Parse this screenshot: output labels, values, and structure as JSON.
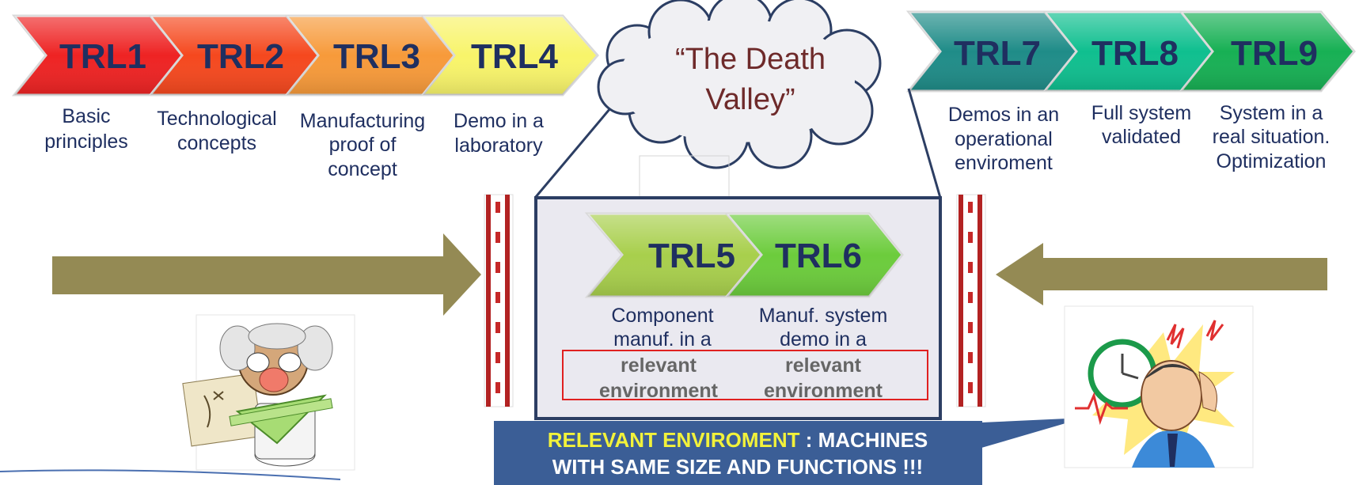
{
  "stages_left": [
    {
      "id": "TRL1",
      "desc": [
        "Basic",
        "principles"
      ],
      "color": "#ee2323"
    },
    {
      "id": "TRL2",
      "desc": [
        "Technological",
        "concepts"
      ],
      "color": "#f5481e"
    },
    {
      "id": "TRL3",
      "desc": [
        "Manufacturing",
        "proof of",
        "concept"
      ],
      "color": "#f79a3a"
    },
    {
      "id": "TRL4",
      "desc": [
        "Demo in a",
        "laboratory"
      ],
      "color": "#f8f46a"
    }
  ],
  "stages_mid": [
    {
      "id": "TRL5",
      "desc": [
        "Component",
        "manuf. in a"
      ],
      "highlight": [
        "relevant",
        "environment"
      ],
      "color": "#a8cf4c"
    },
    {
      "id": "TRL6",
      "desc": [
        "Manuf. system",
        "demo in a"
      ],
      "highlight": [
        "relevant",
        "environment"
      ],
      "color": "#6ccc3c"
    }
  ],
  "stages_right": [
    {
      "id": "TRL7",
      "desc": [
        "Demos in an",
        "operational",
        "enviroment"
      ],
      "color": "#1f8c88"
    },
    {
      "id": "TRL8",
      "desc": [
        "Full system",
        "validated"
      ],
      "color": "#0fbf8f"
    },
    {
      "id": "TRL9",
      "desc": [
        "System in a",
        "real situation.",
        "Optimization"
      ],
      "color": "#17b054"
    }
  ],
  "cloud": {
    "lines": [
      "“The Death",
      "Valley”"
    ]
  },
  "banner": {
    "highlight": "RELEVANT ENVIROMENT",
    "line1_rest": " : MACHINES",
    "line2": "WITH SAME SIZE AND FUNCTIONS !!!"
  },
  "colors": {
    "text": "#1f2f60",
    "arrow": "#948a54",
    "banner_bg": "#3b5e96",
    "banner_highlight": "#f2f23a",
    "box_border": "#2c3e63",
    "box_fill": "#eae9f0"
  }
}
